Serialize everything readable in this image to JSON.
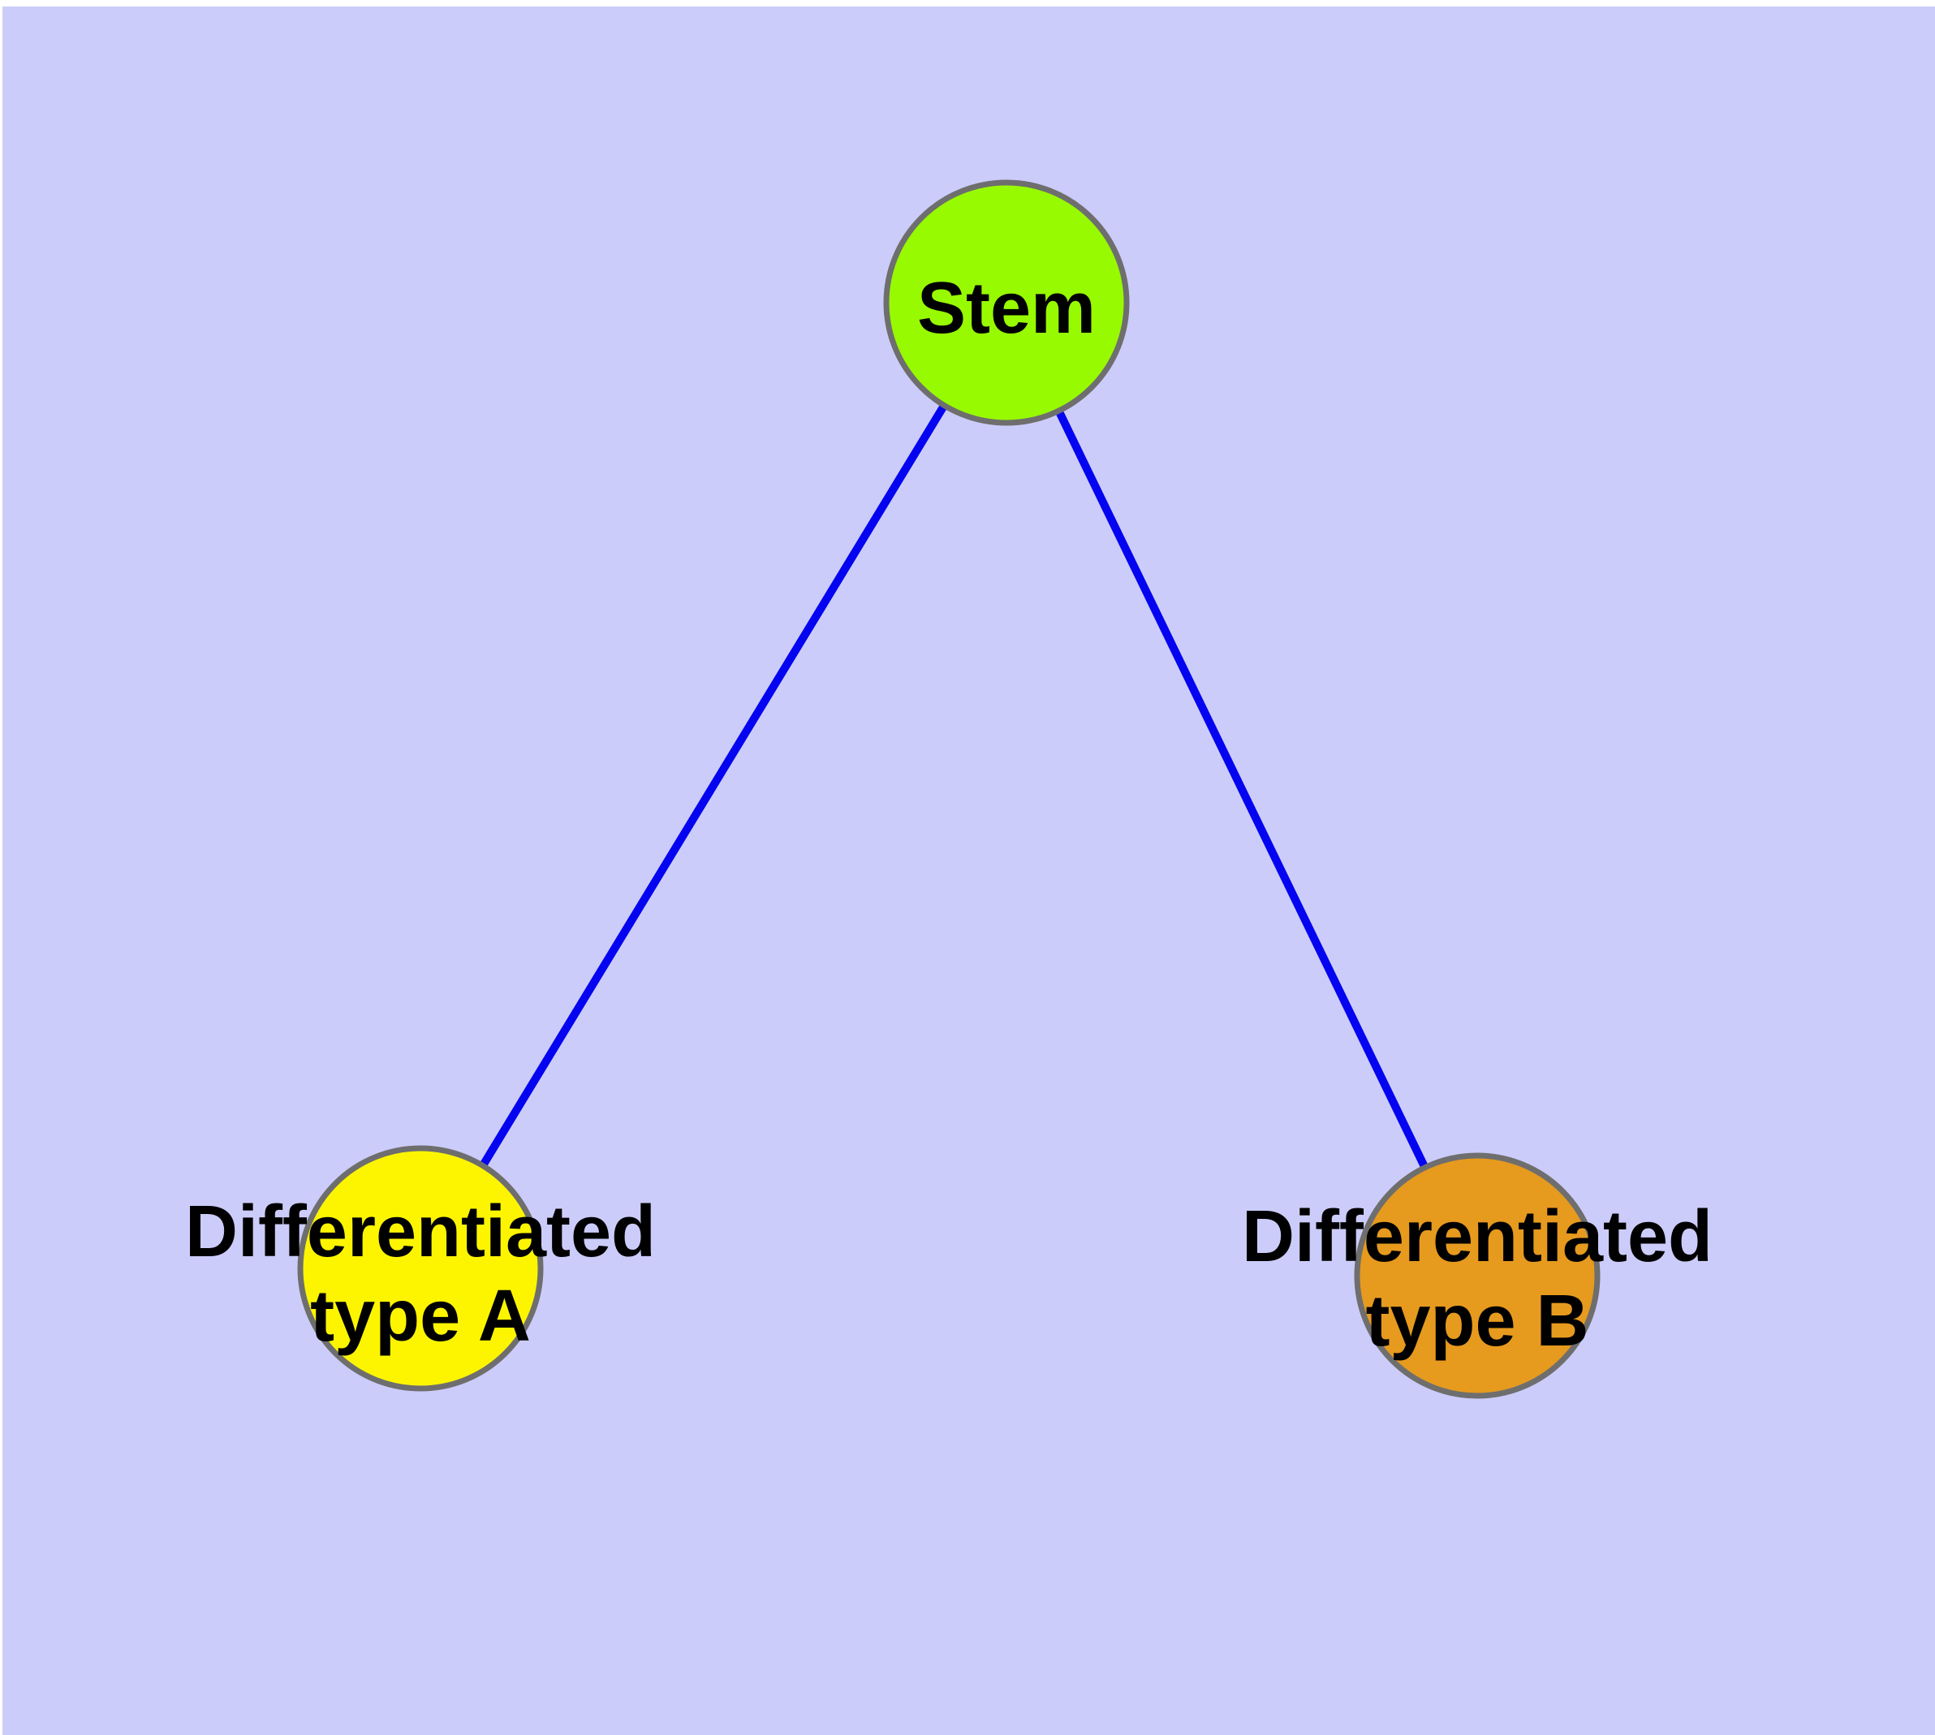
{
  "diagram": {
    "type": "node-link-graph",
    "background_color": "#ccccfa",
    "margin_color": "#ffffff",
    "edge_color": "#0404f0",
    "node_border_color": "#6e6e6e",
    "label_color": "#000000",
    "nodes": [
      {
        "id": "stem",
        "label": "Stem",
        "fill": "#97fa00"
      },
      {
        "id": "differentiated-type-a",
        "label_line1": "Differentiated",
        "label_line2": "type A",
        "fill": "#fdf500"
      },
      {
        "id": "differentiated-type-b",
        "label_line1": "Differentiated",
        "label_line2": "type B",
        "fill": "#e69a1e"
      }
    ],
    "edges": [
      {
        "from": "Stem",
        "to": "Differentiated type A"
      },
      {
        "from": "Stem",
        "to": "Differentiated type B"
      }
    ]
  }
}
